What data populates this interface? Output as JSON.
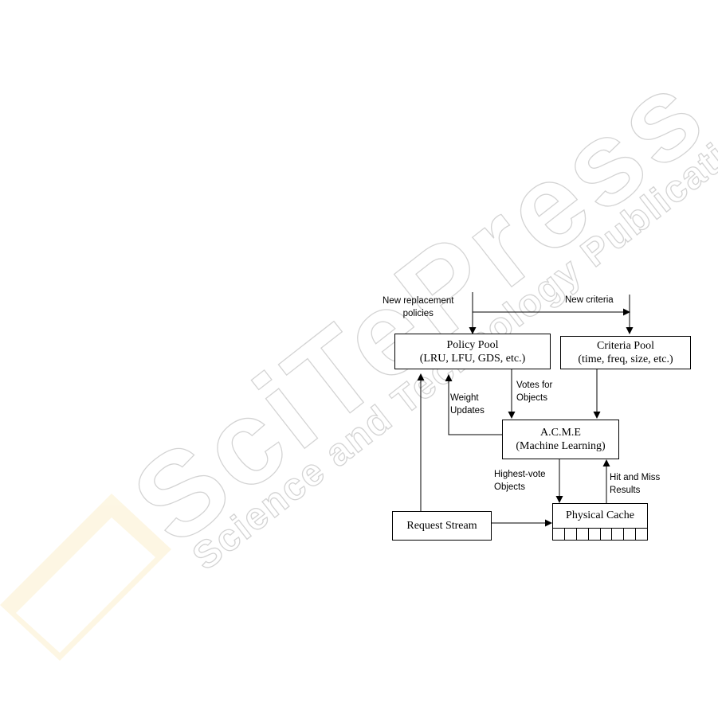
{
  "watermark": {
    "text_top": "SciTePress",
    "text_bottom": "Science and Technology Publications"
  },
  "diagram": {
    "inputs": {
      "new_policies": [
        "New replacement",
        "policies"
      ],
      "new_criteria": "New criteria"
    },
    "nodes": {
      "policy_pool": {
        "title": "Policy Pool",
        "subtitle": "(LRU, LFU, GDS, etc.)"
      },
      "criteria_pool": {
        "title": "Criteria Pool",
        "subtitle": "(time, freq, size, etc.)"
      },
      "acme": {
        "title": "A.C.M.E",
        "subtitle": "(Machine Learning)"
      },
      "request_stream": {
        "title": "Request Stream"
      },
      "physical_cache": {
        "title": "Physical Cache",
        "cell_count": 8
      }
    },
    "edges": {
      "votes": [
        "Votes for",
        "Objects"
      ],
      "weight_updates": [
        "Weight",
        "Updates"
      ],
      "highest_vote": [
        "Highest-vote",
        "Objects"
      ],
      "hit_miss": [
        "Hit and Miss",
        "Results"
      ]
    }
  }
}
